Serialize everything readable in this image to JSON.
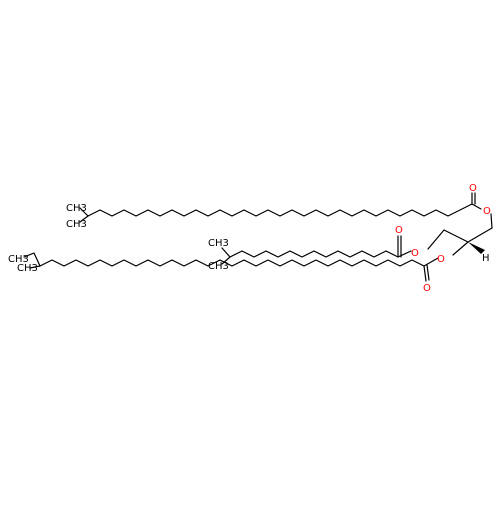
{
  "colors": {
    "background": "#ffffff",
    "bond": "#000000",
    "oxygen": "#ff0000"
  },
  "atoms": {
    "top_chain_ch3_upper": "CH3",
    "top_chain_ch3_lower": "CH3",
    "top_carbonyl_o": "O",
    "top_ester_o": "O",
    "middle_chain_ch3_upper": "CH3",
    "middle_chain_ch3_lower": "CH3",
    "middle_carbonyl_o": "O",
    "middle_ester_o": "O",
    "bottom_chain_ch3_upper": "CH3",
    "bottom_chain_ch3_lower": "CH3",
    "bottom_ester_o": "O",
    "bottom_carbonyl_o": "O",
    "stereo_h": "H"
  }
}
